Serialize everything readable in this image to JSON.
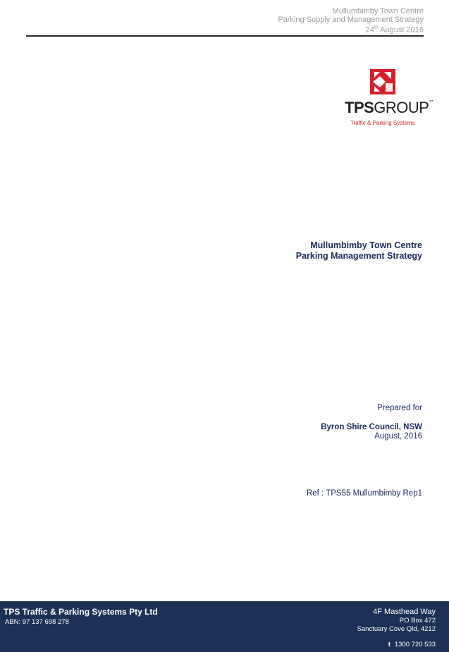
{
  "header": {
    "line1": "Mullumbimby Town Centre",
    "line2": "Parking Supply and Management Strategy",
    "date_day": "24",
    "date_suffix": "th",
    "date_rest": " August 2016"
  },
  "logo": {
    "brand_bold": "TPS",
    "brand_light": "GROUP",
    "tm": "™",
    "tagline": "Traffic & Parking Systems",
    "mark_color": "#d6202a"
  },
  "title": {
    "line1": "Mullumbimby Town Centre",
    "line2": "Parking Management Strategy"
  },
  "prepared_for": "Prepared for",
  "client": {
    "name": "Byron Shire Council, NSW",
    "date": "August, 2016"
  },
  "ref": "Ref : TPS55 Mullumbimby Rep1",
  "footer": {
    "company": "TPS Traffic & Parking Systems Pty Ltd",
    "abn": "ABN: 97 137 698 278",
    "address_line1": "4F Masthead Way",
    "address_line2": "PO Box 472",
    "address_line3": "Sanctuary Cove Qld, 4212",
    "phone_label": "t",
    "phone": "1300 720 533",
    "background_color": "#1d3156"
  }
}
